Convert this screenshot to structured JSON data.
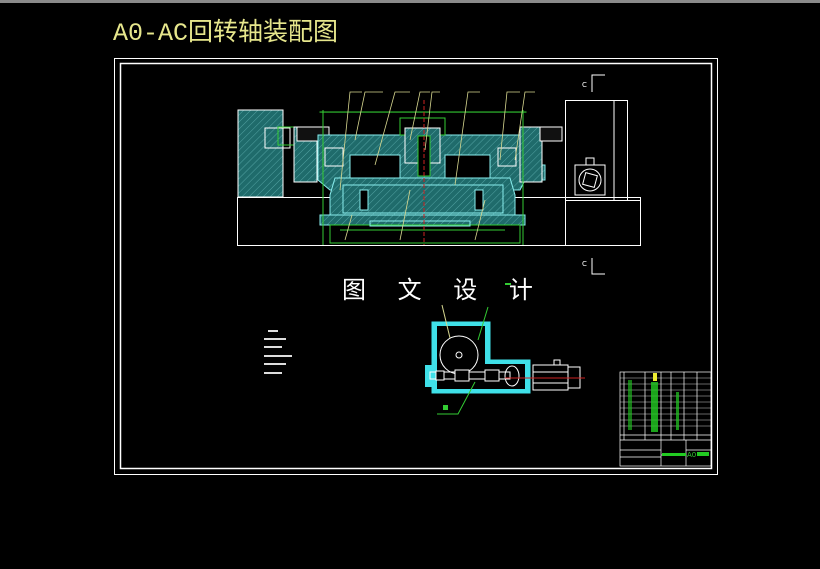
{
  "title": "A0-AC回转轴装配图",
  "watermark": "图 文 设 计",
  "section_marks": {
    "top": "C",
    "bottom": "C"
  },
  "title_block": {
    "drawing_code": "A0"
  },
  "colors": {
    "background": "#000000",
    "title": "#e6e68c",
    "frame": "#ffffff",
    "hatch": "#2f8f8f",
    "cyan": "#3fe0e8",
    "green": "#33dd33",
    "leader": "#d8d890",
    "centerline": "#cc2222"
  }
}
